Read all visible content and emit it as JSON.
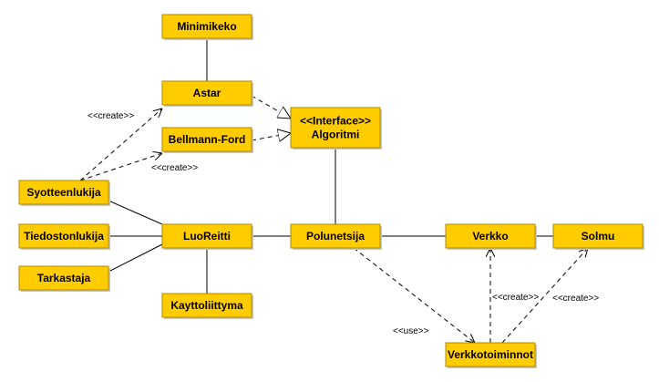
{
  "colors": {
    "box_fill": "#ffcc00",
    "box_border": "#b08800",
    "line": "#000000"
  },
  "nodes": [
    {
      "id": "minimikeko",
      "lines": [
        "Minimikeko"
      ]
    },
    {
      "id": "astar",
      "lines": [
        "Astar"
      ]
    },
    {
      "id": "bellmann-ford",
      "lines": [
        "Bellmann-Ford"
      ]
    },
    {
      "id": "algoritmi",
      "lines": [
        "<<Interface>>",
        "Algoritmi"
      ]
    },
    {
      "id": "syotteenlukija",
      "lines": [
        "Syotteenlukija"
      ]
    },
    {
      "id": "tiedostonlukija",
      "lines": [
        "Tiedostonlukija"
      ]
    },
    {
      "id": "tarkastaja",
      "lines": [
        "Tarkastaja"
      ]
    },
    {
      "id": "luoreitti",
      "lines": [
        "LuoReitti"
      ]
    },
    {
      "id": "kayttoliittyma",
      "lines": [
        "Kayttoliittyma"
      ]
    },
    {
      "id": "polunetsija",
      "lines": [
        "Polunetsija"
      ]
    },
    {
      "id": "verkko",
      "lines": [
        "Verkko"
      ]
    },
    {
      "id": "solmu",
      "lines": [
        "Solmu"
      ]
    },
    {
      "id": "verkkotoiminnot",
      "lines": [
        "Verkkotoiminnot"
      ]
    }
  ],
  "edges": [
    {
      "from": "minimikeko",
      "to": "astar",
      "kind": "association",
      "label": ""
    },
    {
      "from": "astar",
      "to": "algoritmi",
      "kind": "realization",
      "label": ""
    },
    {
      "from": "bellmann-ford",
      "to": "algoritmi",
      "kind": "realization",
      "label": ""
    },
    {
      "from": "algoritmi",
      "to": "polunetsija",
      "kind": "association",
      "label": ""
    },
    {
      "from": "syotteenlukija",
      "to": "astar",
      "kind": "dependency",
      "label": "<<create>>"
    },
    {
      "from": "syotteenlukija",
      "to": "bellmann-ford",
      "kind": "dependency",
      "label": "<<create>>"
    },
    {
      "from": "syotteenlukija",
      "to": "luoreitti",
      "kind": "association",
      "label": ""
    },
    {
      "from": "tiedostonlukija",
      "to": "luoreitti",
      "kind": "association",
      "label": ""
    },
    {
      "from": "tarkastaja",
      "to": "luoreitti",
      "kind": "association",
      "label": ""
    },
    {
      "from": "luoreitti",
      "to": "kayttoliittyma",
      "kind": "association",
      "label": ""
    },
    {
      "from": "luoreitti",
      "to": "polunetsija",
      "kind": "association",
      "label": ""
    },
    {
      "from": "polunetsija",
      "to": "verkko",
      "kind": "association",
      "label": ""
    },
    {
      "from": "verkko",
      "to": "solmu",
      "kind": "association",
      "label": ""
    },
    {
      "from": "polunetsija",
      "to": "verkkotoiminnot",
      "kind": "dependency",
      "label": "<<use>>"
    },
    {
      "from": "verkkotoiminnot",
      "to": "verkko",
      "kind": "dependency",
      "label": "<<create>>"
    },
    {
      "from": "verkkotoiminnot",
      "to": "solmu",
      "kind": "dependency",
      "label": "<<create>>"
    }
  ]
}
